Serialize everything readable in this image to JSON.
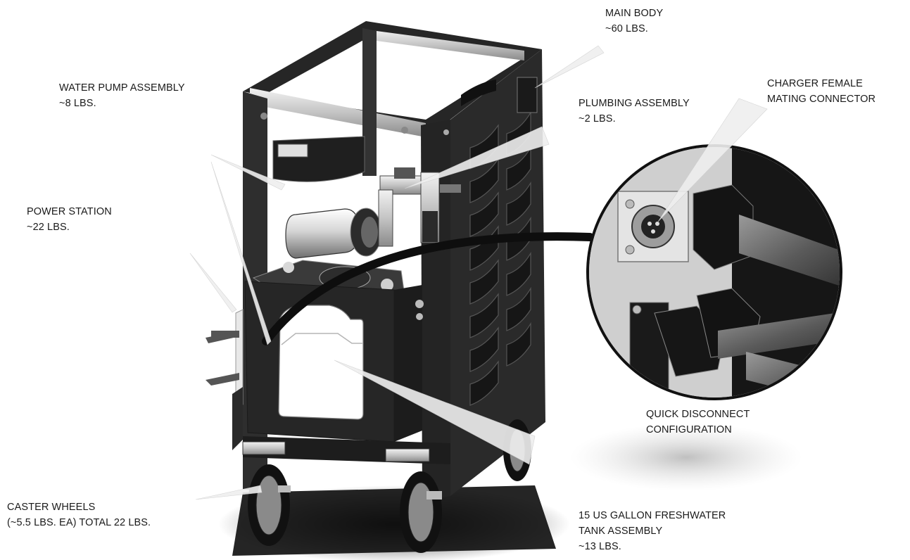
{
  "labels": {
    "main_body": {
      "line1": "MAIN BODY",
      "line2": "~60 LBS."
    },
    "water_pump": {
      "line1": "WATER PUMP ASSEMBLY",
      "line2": "~8 LBS."
    },
    "plumbing": {
      "line1": "PLUMBING ASSEMBLY",
      "line2": "~2 LBS."
    },
    "charger": {
      "line1": "CHARGER FEMALE",
      "line2": "MATING CONNECTOR"
    },
    "power_station": {
      "line1": "POWER STATION",
      "line2": "~22 LBS."
    },
    "quick_disconnect": {
      "line1": "QUICK DISCONNECT",
      "line2": "CONFIGURATION"
    },
    "caster_wheels": {
      "line1": "CASTER WHEELS",
      "line2": "(~5.5 LBS. EA) TOTAL 22 LBS."
    },
    "tank": {
      "line1": "15 US GALLON FRESHWATER",
      "line2": "TANK ASSEMBLY",
      "line3": "~13 LBS."
    }
  },
  "colors": {
    "frame": "#2b2b2b",
    "frame_dark": "#1a1a1a",
    "metal": "#c9c9c9",
    "leader": "#e6e6e6",
    "ink": "#1a1a1a"
  }
}
